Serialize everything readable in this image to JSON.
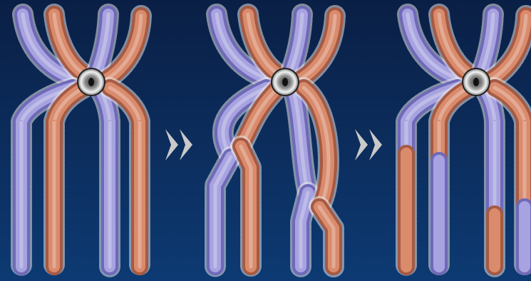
{
  "figure": {
    "background_colors": {
      "top": "#0a1f45",
      "bottom": "#0d3a73"
    },
    "chromatid_colors": {
      "purple": "#a7a3e0",
      "purple_dark": "#6f69b8",
      "orange": "#d98b6c",
      "orange_dark": "#a65a43",
      "outline": "#e8e8e8"
    },
    "centromere": {
      "fill_outer": "#f2f2f2",
      "fill_inner": "#3a3a3a"
    },
    "arrow_color": "#c9c9c9",
    "stages": [
      {
        "name": "paired-homologs",
        "crossover": false
      },
      {
        "name": "crossing-over",
        "crossover": true
      },
      {
        "name": "recombined-chromatids",
        "crossover": false,
        "exchanged_segments": true
      }
    ],
    "arrows": [
      {
        "name": "step-arrow-1"
      },
      {
        "name": "step-arrow-2"
      }
    ]
  }
}
